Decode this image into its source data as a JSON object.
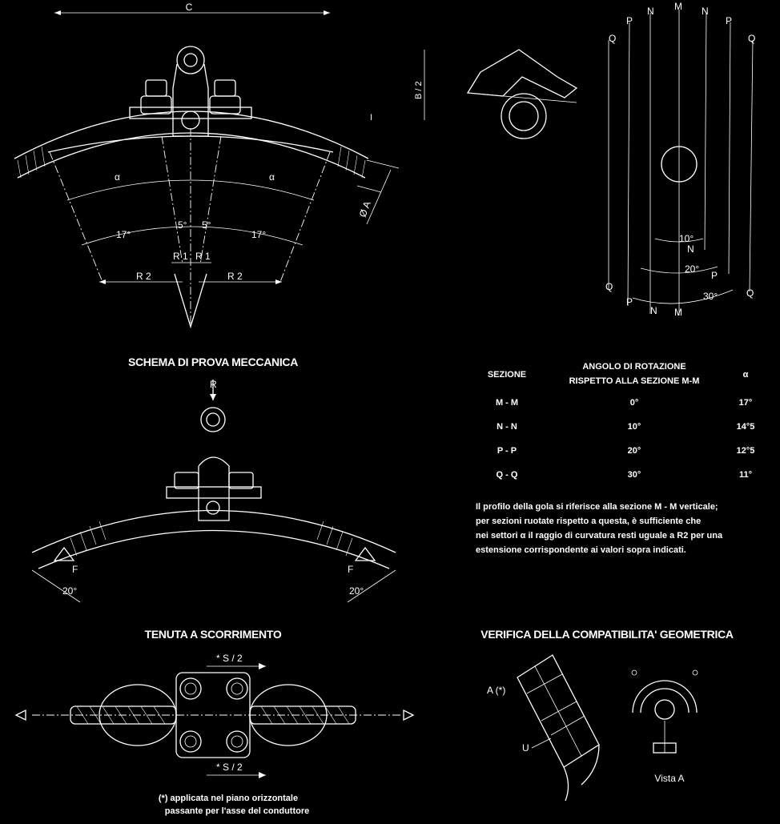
{
  "labels": {
    "c": "C",
    "b2": "B / 2",
    "i": "I",
    "phi_a": "Ø A",
    "alpha": "α",
    "deg17": "17°",
    "deg5": "5°",
    "r1": "R 1",
    "r2": "R 2",
    "r_load": "R",
    "f_label": "F",
    "deg20": "20°",
    "s2": "* S / 2",
    "u": "U",
    "a_star": "A (*)",
    "vista": "Vista A",
    "rot_q": "Q",
    "rot_p": "P",
    "rot_n": "N",
    "rot_m": "M",
    "deg10": "10°",
    "deg30": "30°"
  },
  "titles": {
    "mech": "SCHEMA DI PROVA MECCANICA",
    "slip": "TENUTA A SCORRIMENTO",
    "geom": "VERIFICA DELLA COMPATIBILITA' GEOMETRICA"
  },
  "table": {
    "headers": {
      "section": "SEZIONE",
      "angle": [
        "ANGOLO DI ROTAZIONE",
        "RISPETTO ALLA SEZIONE M-M"
      ],
      "alpha": "α"
    },
    "rows": [
      {
        "section": "M - M",
        "angle": "0°",
        "alpha": "17°"
      },
      {
        "section": "N - N",
        "angle": "10°",
        "alpha": "14°5"
      },
      {
        "section": "P - P",
        "angle": "20°",
        "alpha": "12°5"
      },
      {
        "section": "Q - Q",
        "angle": "30°",
        "alpha": "11°"
      }
    ]
  },
  "note": [
    "Il profilo della gola si riferisce alla sezione M - M verticale;",
    "per sezioni ruotate rispetto a questa, è sufficiente che",
    "nei settori α il raggio di curvatura resti uguale a R2 per una",
    "estensione corrispondente ai valori sopra indicati."
  ],
  "footnote": [
    "(*) applicata nel piano orizzontale",
    "passante per l'asse del conduttore"
  ]
}
